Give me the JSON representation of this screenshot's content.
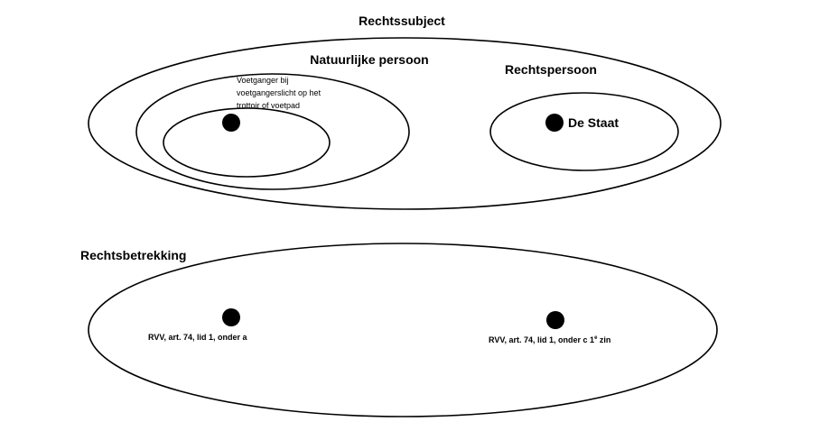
{
  "rechtssubject": {
    "title": "Rechtssubject",
    "natuurlijke_persoon": {
      "title": "Natuurlijke persoon",
      "subset_lines": [
        "Voetganger bij",
        "voetgangerslicht op het",
        "trottoir of voetpad"
      ]
    },
    "rechtspersoon": {
      "title": "Rechtspersoon",
      "member_label": "De Staat"
    }
  },
  "rechtsbetrekking": {
    "title": "Rechtsbetrekking",
    "left_point_label": "RVV, art. 74, lid 1, onder a",
    "right_point_label": "RVV, art. 74, lid 1, onder c 1",
    "right_point_superscript": "e",
    "right_point_suffix": " zin"
  }
}
